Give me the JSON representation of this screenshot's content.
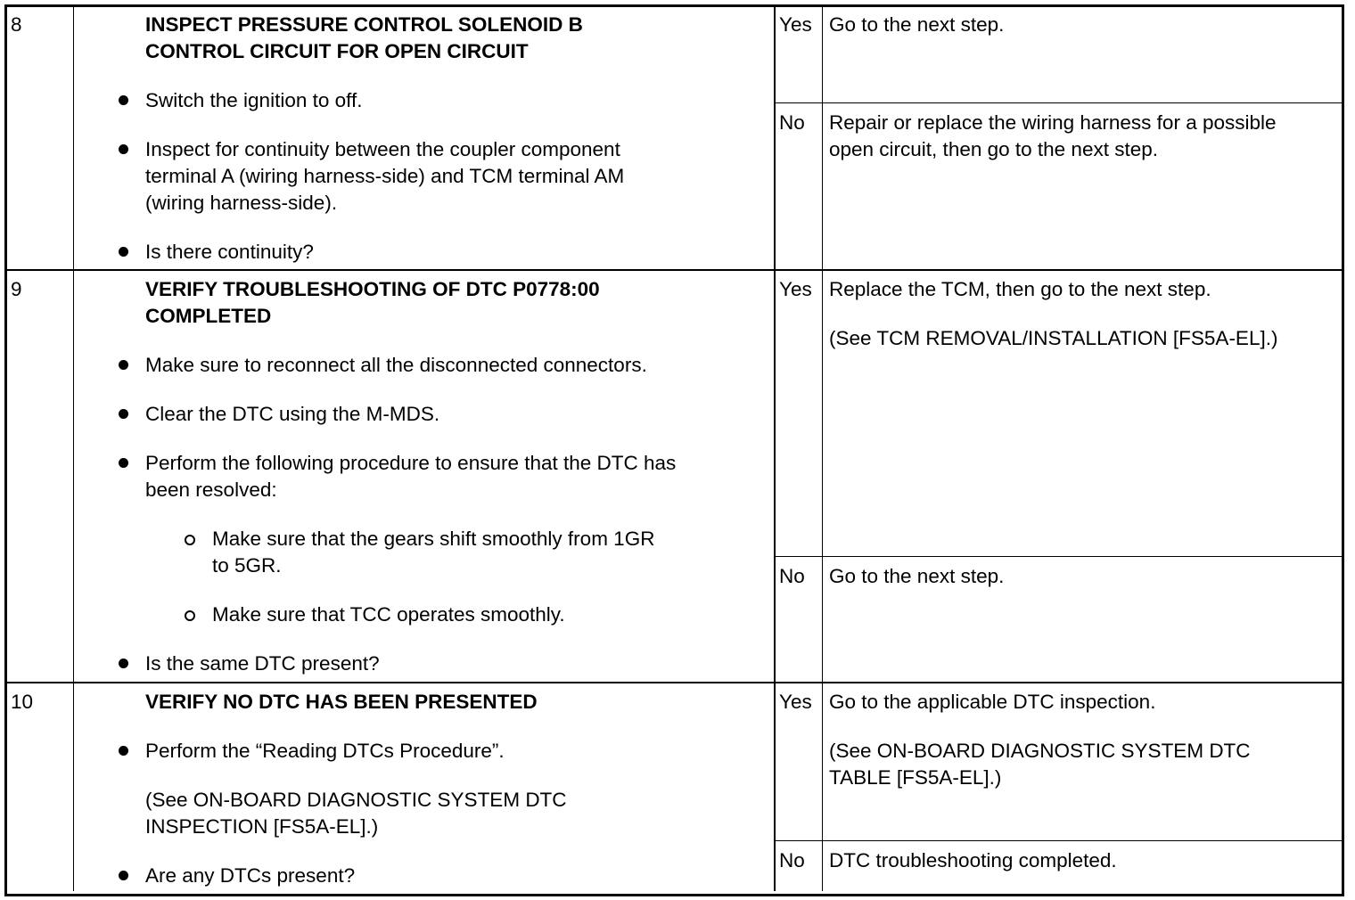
{
  "steps": [
    {
      "number": "8",
      "title": [
        "INSPECT PRESSURE CONTROL SOLENOID B",
        "CONTROL CIRCUIT FOR OPEN CIRCUIT"
      ],
      "items": [
        [
          "Switch the ignition to off."
        ],
        [
          "Inspect for continuity between the coupler component",
          "terminal A (wiring harness-side) and TCM terminal AM",
          "(wiring harness-side)."
        ],
        [
          "Is there continuity?"
        ]
      ],
      "yes_label": "Yes",
      "yes_text": [
        "Go to the next step."
      ],
      "no_label": "No",
      "no_text": [
        "Repair or replace the wiring harness for a possible",
        "open circuit, then go to the next step."
      ]
    },
    {
      "number": "9",
      "title": [
        "VERIFY TROUBLESHOOTING OF DTC P0778:00",
        "COMPLETED"
      ],
      "items": [
        [
          "Make sure to reconnect all the disconnected connectors."
        ],
        [
          "Clear the DTC using the M-MDS."
        ],
        [
          "Perform the following procedure to ensure that the DTC has",
          "been resolved:"
        ],
        [
          "Is the same DTC present?"
        ]
      ],
      "subitems": [
        [
          "Make sure that the gears shift smoothly from 1GR",
          "to 5GR."
        ],
        [
          "Make sure that TCC operates smoothly."
        ]
      ],
      "yes_label": "Yes",
      "yes_text": [
        "Replace the TCM, then go to the next step.",
        "(See TCM REMOVAL/INSTALLATION [FS5A-EL].)"
      ],
      "no_label": "No",
      "no_text": [
        "Go to the next step."
      ]
    },
    {
      "number": "10",
      "title": [
        "VERIFY NO DTC HAS BEEN PRESENTED"
      ],
      "items": [
        [
          "Perform the “Reading DTCs Procedure”."
        ],
        [
          "Are any DTCs present?"
        ]
      ],
      "note": [
        "(See ON-BOARD DIAGNOSTIC SYSTEM DTC",
        "INSPECTION [FS5A-EL].)"
      ],
      "yes_label": "Yes",
      "yes_text": [
        "Go to the applicable DTC inspection.",
        "(See ON-BOARD DIAGNOSTIC SYSTEM DTC",
        "TABLE [FS5A-EL].)"
      ],
      "no_label": "No",
      "no_text": [
        "DTC troubleshooting completed."
      ]
    }
  ]
}
